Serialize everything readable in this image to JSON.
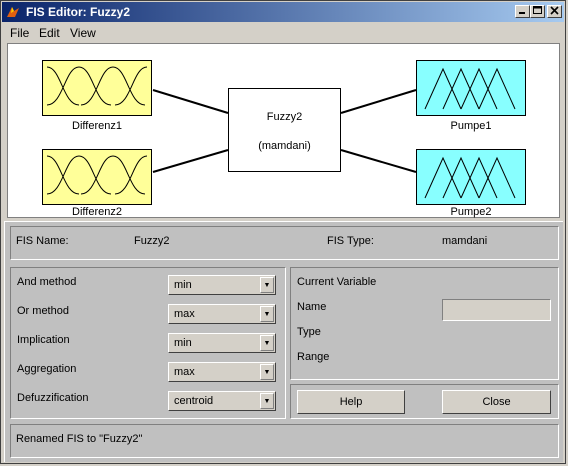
{
  "window": {
    "title": "FIS Editor: Fuzzy2",
    "icon": "matlab-icon"
  },
  "menu": [
    "File",
    "Edit",
    "View"
  ],
  "diagram": {
    "inputs": [
      "Differenz1",
      "Differenz2"
    ],
    "outputs": [
      "Pumpe1",
      "Pumpe2"
    ],
    "fis_name": "Fuzzy2",
    "fis_type_paren": "(mamdani)",
    "input_color": "#ffff99",
    "output_color": "#88ffff"
  },
  "info": {
    "fis_name_label": "FIS Name:",
    "fis_name_value": "Fuzzy2",
    "fis_type_label": "FIS Type:",
    "fis_type_value": "mamdani"
  },
  "methods": {
    "and_label": "And method",
    "and_value": "min",
    "or_label": "Or method",
    "or_value": "max",
    "implication_label": "Implication",
    "implication_value": "min",
    "aggregation_label": "Aggregation",
    "aggregation_value": "max",
    "defuzz_label": "Defuzzification",
    "defuzz_value": "centroid"
  },
  "current_variable": {
    "title": "Current Variable",
    "name_label": "Name",
    "type_label": "Type",
    "range_label": "Range"
  },
  "buttons": {
    "help": "Help",
    "close": "Close"
  },
  "status": "Renamed FIS to \"Fuzzy2\""
}
